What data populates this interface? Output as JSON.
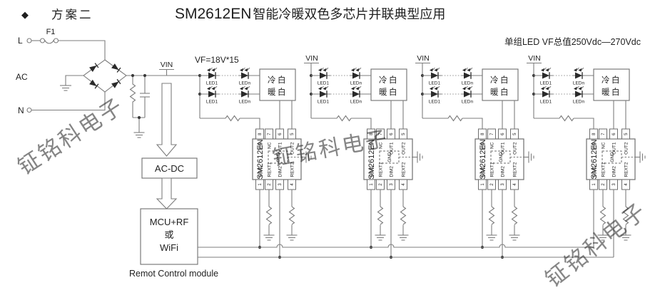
{
  "header": {
    "bullet": "◆",
    "scheme": "方案二",
    "title_model": "SM2612EN",
    "title_rest": "智能冷暖双色多芯片并联典型应用",
    "note_right": "单组LED VF总值250Vdc—270Vdc"
  },
  "power_input": {
    "live": "L",
    "fuse": "F1",
    "ac": "AC",
    "neutral": "N",
    "vin": "VIN"
  },
  "notes": {
    "vf": "VF=18V*15"
  },
  "control": {
    "acdc": "AC-DC",
    "mcu_lines": [
      "MCU+RF",
      "或",
      "WiFi"
    ],
    "caption": "Remot Control module"
  },
  "watermark": {
    "text": "钲铭科电子"
  },
  "blocks": [
    {
      "vin": "VIN",
      "led_first": "LED1",
      "led_last": "LEDn",
      "channel_box": [
        "冷白",
        "暖白"
      ],
      "chip": "SM2612EN",
      "gnd": "GND",
      "top_pins": [
        {
          "num": "8",
          "name": "VIN"
        },
        {
          "num": "7",
          "name": "NC"
        },
        {
          "num": "6",
          "name": "OUT1"
        },
        {
          "num": "5",
          "name": "OUT2"
        }
      ],
      "bottom_pins": [
        {
          "num": "1",
          "name": "DIM1"
        },
        {
          "num": "2",
          "name": "REXT1"
        },
        {
          "num": "3",
          "name": "DIM2"
        },
        {
          "num": "4",
          "name": "REXT2"
        }
      ]
    },
    {
      "vin": "VIN",
      "led_first": "LED1",
      "led_last": "LEDn",
      "channel_box": [
        "冷白",
        "暖白"
      ],
      "chip": "SM2612EN",
      "gnd": "GND",
      "top_pins": [
        {
          "num": "8",
          "name": "VIN"
        },
        {
          "num": "7",
          "name": "NC"
        },
        {
          "num": "6",
          "name": "OUT1"
        },
        {
          "num": "5",
          "name": "OUT2"
        }
      ],
      "bottom_pins": [
        {
          "num": "1",
          "name": "DIM1"
        },
        {
          "num": "2",
          "name": "REXT1"
        },
        {
          "num": "3",
          "name": "DIM2"
        },
        {
          "num": "4",
          "name": "REXT2"
        }
      ]
    },
    {
      "vin": "VIN",
      "led_first": "LED1",
      "led_last": "LEDn",
      "channel_box": [
        "冷白",
        "暖白"
      ],
      "chip": "SM2612EN",
      "gnd": "GND",
      "top_pins": [
        {
          "num": "8",
          "name": "VIN"
        },
        {
          "num": "7",
          "name": "NC"
        },
        {
          "num": "6",
          "name": "OUT1"
        },
        {
          "num": "5",
          "name": "OUT2"
        }
      ],
      "bottom_pins": [
        {
          "num": "1",
          "name": "DIM1"
        },
        {
          "num": "2",
          "name": "REXT1"
        },
        {
          "num": "3",
          "name": "DIM2"
        },
        {
          "num": "4",
          "name": "REXT2"
        }
      ]
    },
    {
      "vin": "VIN",
      "led_first": "LED1",
      "led_last": "LEDn",
      "channel_box": [
        "冷白",
        "暖白"
      ],
      "chip": "SM2612EN",
      "gnd": "GND",
      "top_pins": [
        {
          "num": "8",
          "name": "VIN"
        },
        {
          "num": "7",
          "name": "NC"
        },
        {
          "num": "6",
          "name": "OUT1"
        },
        {
          "num": "5",
          "name": "OUT2"
        }
      ],
      "bottom_pins": [
        {
          "num": "1",
          "name": "DIM1"
        },
        {
          "num": "2",
          "name": "REXT1"
        },
        {
          "num": "3",
          "name": "DIM2"
        },
        {
          "num": "4",
          "name": "REXT2"
        }
      ]
    }
  ],
  "colors": {
    "wire": "#7d7d7d",
    "border": "#6e6e6e",
    "text": "#1f1f1f",
    "diode": "#2a2a2a",
    "junction": "#3a3a3a",
    "watermark": "#aaaaaa"
  }
}
